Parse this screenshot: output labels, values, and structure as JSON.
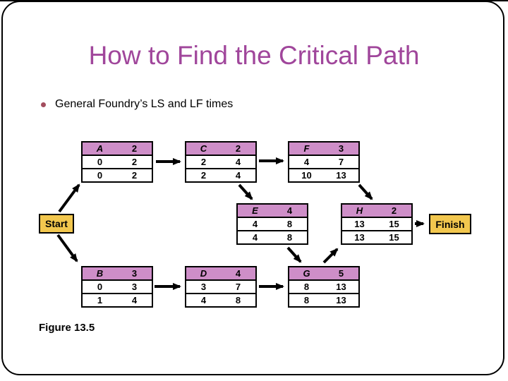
{
  "slide": {
    "title": "How to Find the Critical Path",
    "bullet": "General Foundry’s LS and LF times",
    "caption": "Figure 13.5"
  },
  "colors": {
    "title_text": "#A0469B",
    "node_header": "#CE8EC8",
    "terminal_fill": "#F2C74E",
    "bullet_dot": "#A34D5E",
    "line": "#000000"
  },
  "network": {
    "start_label": "Start",
    "finish_label": "Finish",
    "nodes": [
      {
        "id": "A",
        "duration": "2",
        "es": "0",
        "ef": "2",
        "ls": "0",
        "lf": "2"
      },
      {
        "id": "C",
        "duration": "2",
        "es": "2",
        "ef": "4",
        "ls": "2",
        "lf": "4"
      },
      {
        "id": "F",
        "duration": "3",
        "es": "4",
        "ef": "7",
        "ls": "10",
        "lf": "13"
      },
      {
        "id": "E",
        "duration": "4",
        "es": "4",
        "ef": "8",
        "ls": "4",
        "lf": "8"
      },
      {
        "id": "H",
        "duration": "2",
        "es": "13",
        "ef": "15",
        "ls": "13",
        "lf": "15"
      },
      {
        "id": "B",
        "duration": "3",
        "es": "0",
        "ef": "3",
        "ls": "1",
        "lf": "4"
      },
      {
        "id": "D",
        "duration": "4",
        "es": "3",
        "ef": "7",
        "ls": "4",
        "lf": "8"
      },
      {
        "id": "G",
        "duration": "5",
        "es": "8",
        "ef": "13",
        "ls": "8",
        "lf": "13"
      }
    ],
    "edges": [
      {
        "from": "Start",
        "to": "A"
      },
      {
        "from": "Start",
        "to": "B"
      },
      {
        "from": "A",
        "to": "C"
      },
      {
        "from": "C",
        "to": "F"
      },
      {
        "from": "C",
        "to": "E"
      },
      {
        "from": "B",
        "to": "D"
      },
      {
        "from": "D",
        "to": "G"
      },
      {
        "from": "E",
        "to": "G"
      },
      {
        "from": "F",
        "to": "H"
      },
      {
        "from": "G",
        "to": "H"
      },
      {
        "from": "H",
        "to": "Finish"
      }
    ]
  }
}
